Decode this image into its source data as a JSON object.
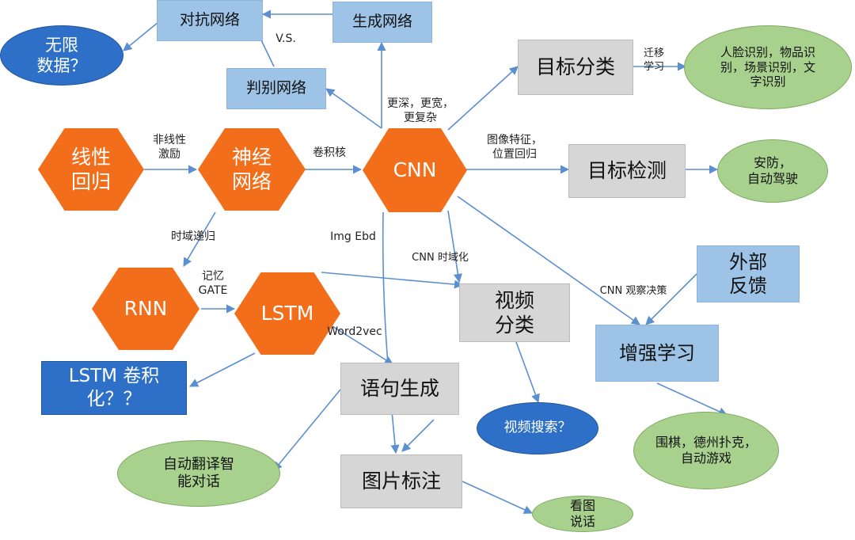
{
  "nodes": {
    "linear_regression": "线性\n回归",
    "neural_network": "神经\n网络",
    "cnn": "CNN",
    "rnn": "RNN",
    "lstm": "LSTM",
    "adversarial_network": "对抗网络",
    "generative_network": "生成网络",
    "discriminative_network": "判别网络",
    "unlimited_data": "无限\n数据？",
    "object_classification": "目标分类",
    "object_detection": "目标检测",
    "video_classification": "视频\n分类",
    "sentence_generation": "语句生成",
    "image_captioning": "图片标注",
    "external_feedback": "外部\n反馈",
    "reinforcement_learning": "增强学习",
    "lstm_convolution": "LSTM 卷积\n化？？",
    "recognition_apps": "人脸识别，物品识\n别，场景识别，文\n字识别",
    "security_driving": "安防，\n自动驾驶",
    "video_search": "视频搜索？",
    "translation_dialogue": "自动翻译智\n能对话",
    "look_and_talk": "看图\n说话",
    "games": "围棋，德州扑克，\n自动游戏"
  },
  "edge_labels": {
    "nonlinear_excitation": "非线性\n激励",
    "convolution_kernel": "卷积核",
    "time_recursion": "时域递归",
    "memory_gate": "记忆\nGATE",
    "vs": "V.S.",
    "deeper_wider": "更深，更宽，\n更复杂",
    "transfer_learning": "迁移\n学习",
    "image_features": "图像特征，\n位置回归",
    "img_ebd": "Img Ebd",
    "cnn_temporal": "CNN 时域化",
    "cnn_observe_decide": "CNN 观察决策",
    "word2vec": "Word2vec"
  },
  "colors": {
    "hexagon": "#f36e1b",
    "light_blue": "#9dc3e6",
    "gray": "#d6d6d6",
    "green": "#a9d18e",
    "dark_blue": "#2e70c8",
    "arrow": "#5b8fd0"
  }
}
